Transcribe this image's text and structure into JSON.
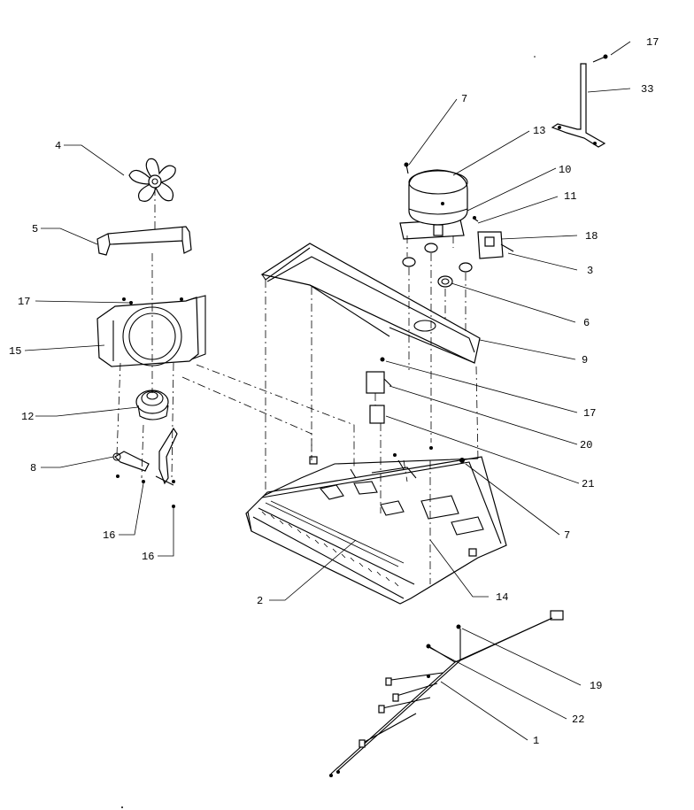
{
  "callouts": [
    {
      "id": "c17a",
      "label": "17"
    },
    {
      "id": "c33",
      "label": "33"
    },
    {
      "id": "c7a",
      "label": "7"
    },
    {
      "id": "c13",
      "label": "13"
    },
    {
      "id": "c10",
      "label": "10"
    },
    {
      "id": "c11",
      "label": "11"
    },
    {
      "id": "c18",
      "label": "18"
    },
    {
      "id": "c3",
      "label": "3"
    },
    {
      "id": "c6",
      "label": "6"
    },
    {
      "id": "c9",
      "label": "9"
    },
    {
      "id": "c17b",
      "label": "17"
    },
    {
      "id": "c20",
      "label": "20"
    },
    {
      "id": "c21",
      "label": "21"
    },
    {
      "id": "c7b",
      "label": "7"
    },
    {
      "id": "c4",
      "label": "4"
    },
    {
      "id": "c5",
      "label": "5"
    },
    {
      "id": "c17c",
      "label": "17"
    },
    {
      "id": "c15",
      "label": "15"
    },
    {
      "id": "c12",
      "label": "12"
    },
    {
      "id": "c8",
      "label": "8"
    },
    {
      "id": "c16a",
      "label": "16"
    },
    {
      "id": "c16b",
      "label": "16"
    },
    {
      "id": "c2",
      "label": "2"
    },
    {
      "id": "c14",
      "label": "14"
    },
    {
      "id": "c19",
      "label": "19"
    },
    {
      "id": "c22",
      "label": "22"
    },
    {
      "id": "c1",
      "label": "1"
    }
  ]
}
